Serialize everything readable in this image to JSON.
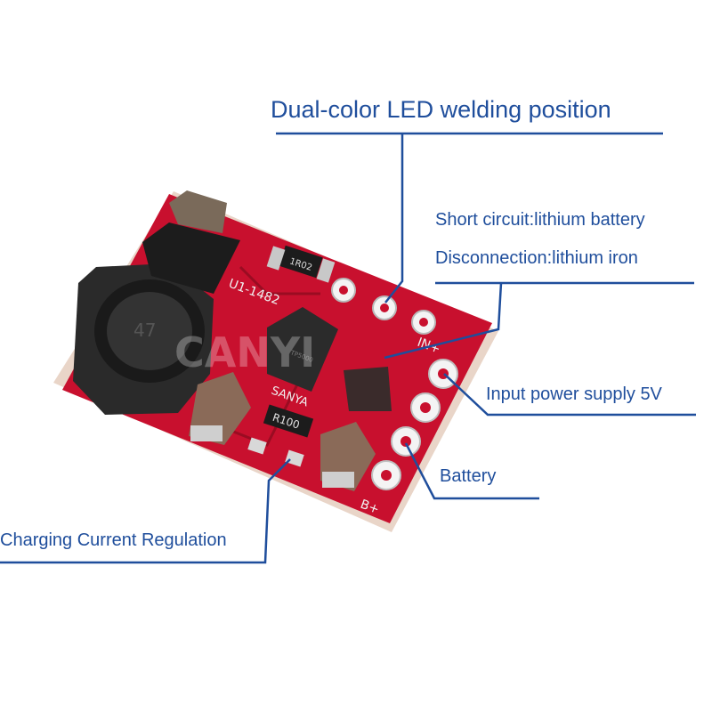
{
  "callouts": {
    "led": "Dual-color LED welding position",
    "short_circuit": "Short circuit:lithium battery",
    "disconnection": "Disconnection:lithium iron",
    "input_power": "Input power supply 5V",
    "battery": "Battery",
    "charging_current": "Charging Current Regulation"
  },
  "silkscreen": {
    "part_number": "U1-1482",
    "brand": "SANYA",
    "resistor_top": "1R02",
    "resistor_bottom": "R100",
    "pin_input": "IN+",
    "pin_battery": "B+",
    "chip_marking": "TP5000"
  },
  "watermark": "CANYI",
  "colors": {
    "callout_text": "#1f4e9c",
    "board": "#c8102e",
    "leader_line": "#1f4e9c"
  }
}
